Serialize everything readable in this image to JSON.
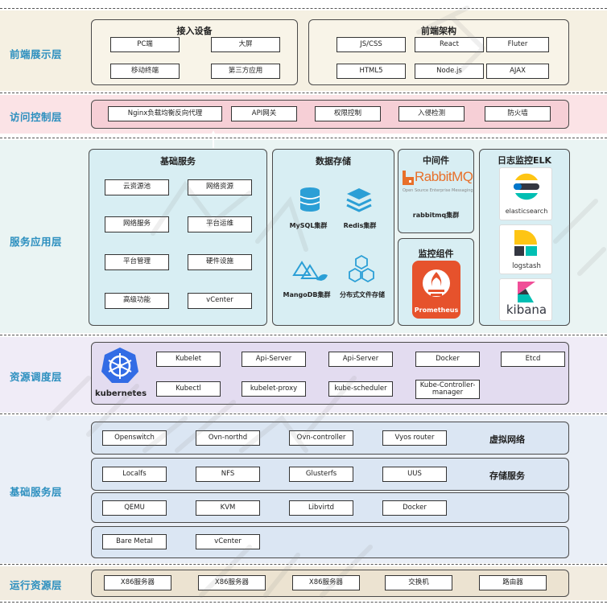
{
  "layers": {
    "frontend": "前端展示层",
    "access": "访问控制层",
    "service": "服务应用层",
    "scheduling": "资源调度层",
    "infra": "基础服务层",
    "runtime": "运行资源层"
  },
  "frontend": {
    "devices_title": "接入设备",
    "devices": [
      "PC端",
      "大屏",
      "移动终端",
      "第三方应用"
    ],
    "arch_title": "前端架构",
    "arch": [
      "JS/CSS",
      "React",
      "Fluter",
      "HTML5",
      "Node.js",
      "AJAX"
    ]
  },
  "access": {
    "items": [
      "Nginx负载均衡反向代理",
      "API网关",
      "权限控制",
      "入侵检测",
      "防火墙"
    ]
  },
  "service": {
    "basic_title": "基础服务",
    "basic": [
      "云资源池",
      "网络资源",
      "网络服务",
      "平台运维",
      "平台管理",
      "硬件设施",
      "高级功能",
      "vCenter"
    ],
    "storage_title": "数据存储",
    "storage": [
      "MySQL集群",
      "Redis集群",
      "MangoDB集群",
      "分布式文件存储"
    ],
    "middleware_title": "中间件",
    "rabbit_logo": "RabbitMQ",
    "rabbit_tagline": "Open Source Enterprise Messaging",
    "rabbit_caption": "rabbitmq集群",
    "monitor_title": "监控组件",
    "prometheus_label": "Prometheus",
    "elk_title": "日志监控ELK",
    "elk": [
      "elasticsearch",
      "logstash",
      "kibana"
    ]
  },
  "scheduling": {
    "k8s_label": "kubernetes",
    "row1": [
      "Kubelet",
      "Api-Server",
      "Api-Server",
      "Docker",
      "Etcd"
    ],
    "row2": [
      "Kubectl",
      "kubelet-proxy",
      "kube-scheduler",
      "Kube-Controller-manager"
    ]
  },
  "infra": {
    "virtual_network": [
      "Openswitch",
      "Ovn-northd",
      "Ovn-controller",
      "Vyos router"
    ],
    "virtual_network_label": "虚拟网络",
    "storage_services": [
      "Localfs",
      "NFS",
      "Glusterfs",
      "UUS"
    ],
    "storage_services_label": "存储服务",
    "virtualization": [
      "QEMU",
      "KVM",
      "Libvirtd",
      "Docker"
    ],
    "baremetal": [
      "Bare Metal",
      "vCenter"
    ]
  },
  "runtime": {
    "items": [
      "X86服务器",
      "X86服务器",
      "X86服务器",
      "交换机",
      "路由器"
    ]
  },
  "colors": {
    "frontend_bg": "#f5f0e2",
    "access_bg": "#fbe3e6",
    "access_panel": "#f6cfd6",
    "service_bg": "#eaf4f3",
    "service_panel": "#d8eef3",
    "scheduling_bg": "#f0ecf7",
    "scheduling_panel": "#e3dcf0",
    "infra_bg": "#eaeff7",
    "infra_panel": "#dbe6f3",
    "runtime_bg": "#f2ece0",
    "label": "#2c8fbf"
  }
}
